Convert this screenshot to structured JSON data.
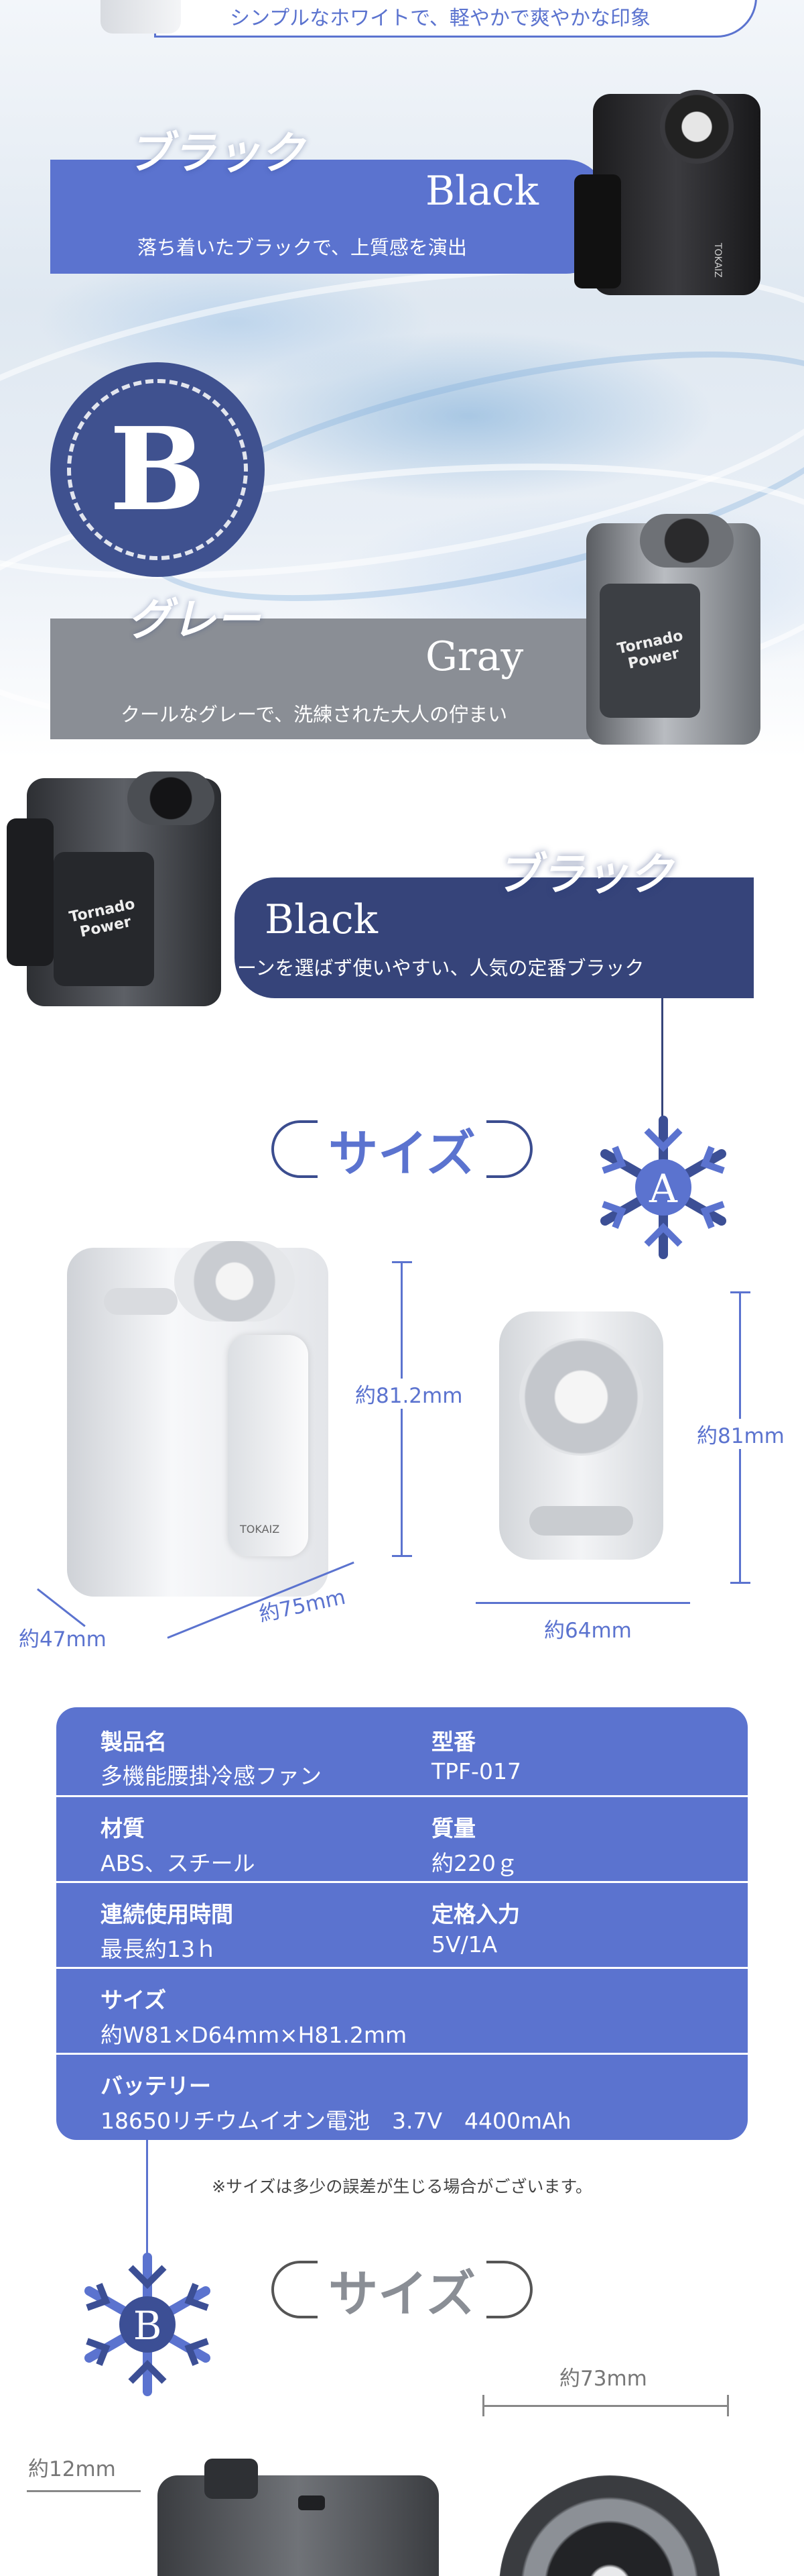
{
  "top_band": {
    "caption": "シンプルなホワイトで、軽やかで爽やかな印象"
  },
  "variant_a_black": {
    "katakana": "ブラック",
    "latin": "Black",
    "description": "落ち着いたブラックで、上質感を演出",
    "device_logo": "TOKAIZ"
  },
  "badge_b_top": {
    "letter": "B"
  },
  "variant_b_gray": {
    "katakana": "グレー",
    "latin": "Gray",
    "description": "クールなグレーで、洗練された大人の佇まい",
    "device_logo": "Tornado Power"
  },
  "variant_b_black": {
    "katakana": "ブラック",
    "latin": "Black",
    "description": "シーンを選ばず使いやすい、人気の定番ブラック",
    "device_logo": "Tornado Power"
  },
  "size_section_a": {
    "title": "サイズ",
    "badge": "A",
    "device_logo": "TOKAIZ",
    "dimensions": {
      "height": "約81.2mm",
      "depth": "約47mm",
      "width": "約75mm",
      "back_height": "約81mm",
      "back_width": "約64mm"
    }
  },
  "spec_table": {
    "rows": [
      {
        "h1": "製品名",
        "v1": "多機能腰掛冷感ファン",
        "h2": "型番",
        "v2": "TPF-017"
      },
      {
        "h1": "材質",
        "v1": "ABS、スチール",
        "h2": "質量",
        "v2": "約220ｇ"
      },
      {
        "h1": "連続使用時間",
        "v1": "最長約13ｈ",
        "h2": "定格入力",
        "v2": "5V/1A"
      },
      {
        "h1": "サイズ",
        "v1": "約W81×D64mm×H81.2mm",
        "h2": "",
        "v2": ""
      },
      {
        "h1": "バッテリー",
        "v1": "18650リチウムイオン電池　3.7V　4400mAh",
        "h2": "",
        "v2": ""
      }
    ]
  },
  "note": "※サイズは多少の誤差が生じる場合がございます。",
  "size_section_b": {
    "title": "サイズ",
    "badge": "B",
    "dimensions": {
      "depth": "約12mm",
      "width": "約73mm"
    }
  },
  "colors": {
    "accent_blue": "#5b73cf",
    "navy": "#36447a",
    "gray": "#8a8e95"
  }
}
